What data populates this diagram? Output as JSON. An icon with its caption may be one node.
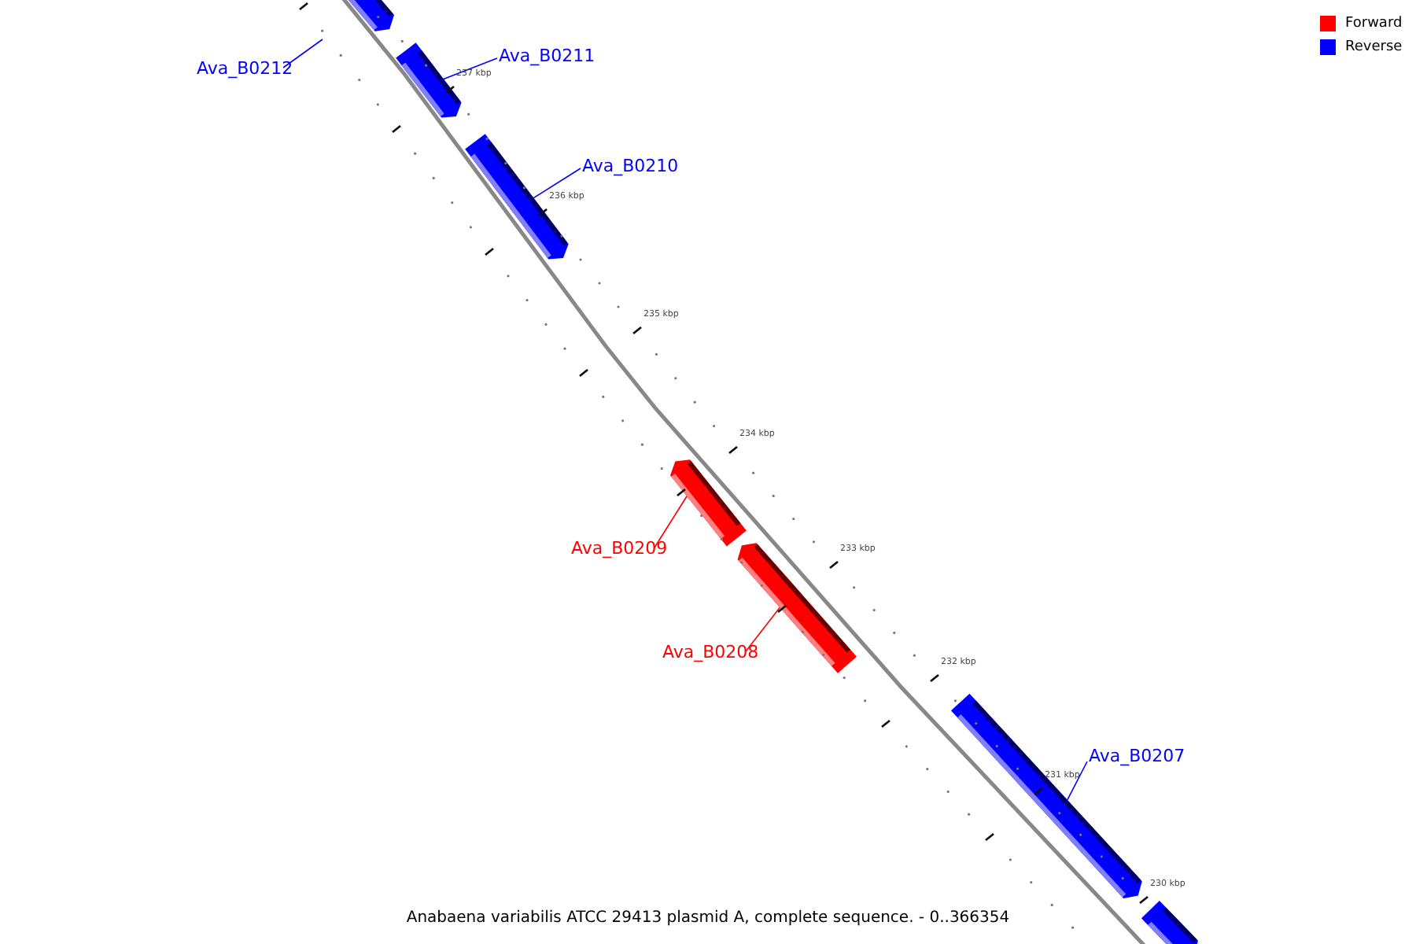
{
  "diagram": {
    "caption": "Anabaena variabilis ATCC 29413 plasmid A, complete sequence. - 0..366354",
    "nodes": [
      {
        "text": [
          "Ava_B0212"
        ]
      },
      {
        "text": [],
        "shape": "bar"
      },
      {
        "text": [
          "Ava_B0211"
        ]
      },
      {
        "text": [],
        "shape": "bar"
      },
      {
        "text": [
          "Ava_B0210"
        ]
      },
      {
        "text": [],
        "shape": "bar"
      },
      {
        "text": [],
        "shape": "bar"
      },
      {
        "text": [
          "Ava_B0209"
        ]
      },
      {
        "text": [],
        "shape": "bar"
      },
      {
        "text": [
          "Ava_B0208"
        ]
      },
      {
        "text": [
          "Ava_B0207"
        ]
      },
      {
        "text": [],
        "shape": "bar"
      },
      {
        "text": [],
        "shape": "bar"
      }
    ],
    "edges": [
      {
        "from": 0,
        "to": null,
        "arrow": "none"
      },
      {
        "from": 2,
        "to": 3,
        "arrow": "none"
      },
      {
        "from": 4,
        "to": 5,
        "arrow": "none"
      },
      {
        "from": 7,
        "to": 6,
        "arrow": "none",
        "color": "#ff0000"
      },
      {
        "from": 9,
        "to": 8,
        "arrow": "none",
        "color": "#ff0000"
      },
      {
        "from": 10,
        "to": 11,
        "arrow": "none"
      }
    ],
    "labels": [
      "237 kbp",
      "236 kbp",
      "235 kbp",
      "234 kbp",
      "233 kbp",
      "232 kbp",
      "231 kbp",
      "230 kbp"
    ],
    "legend": [
      {
        "text": "Forward",
        "color": "#ff0000"
      },
      {
        "text": "Reverse",
        "color": "#0000ff"
      }
    ]
  }
}
